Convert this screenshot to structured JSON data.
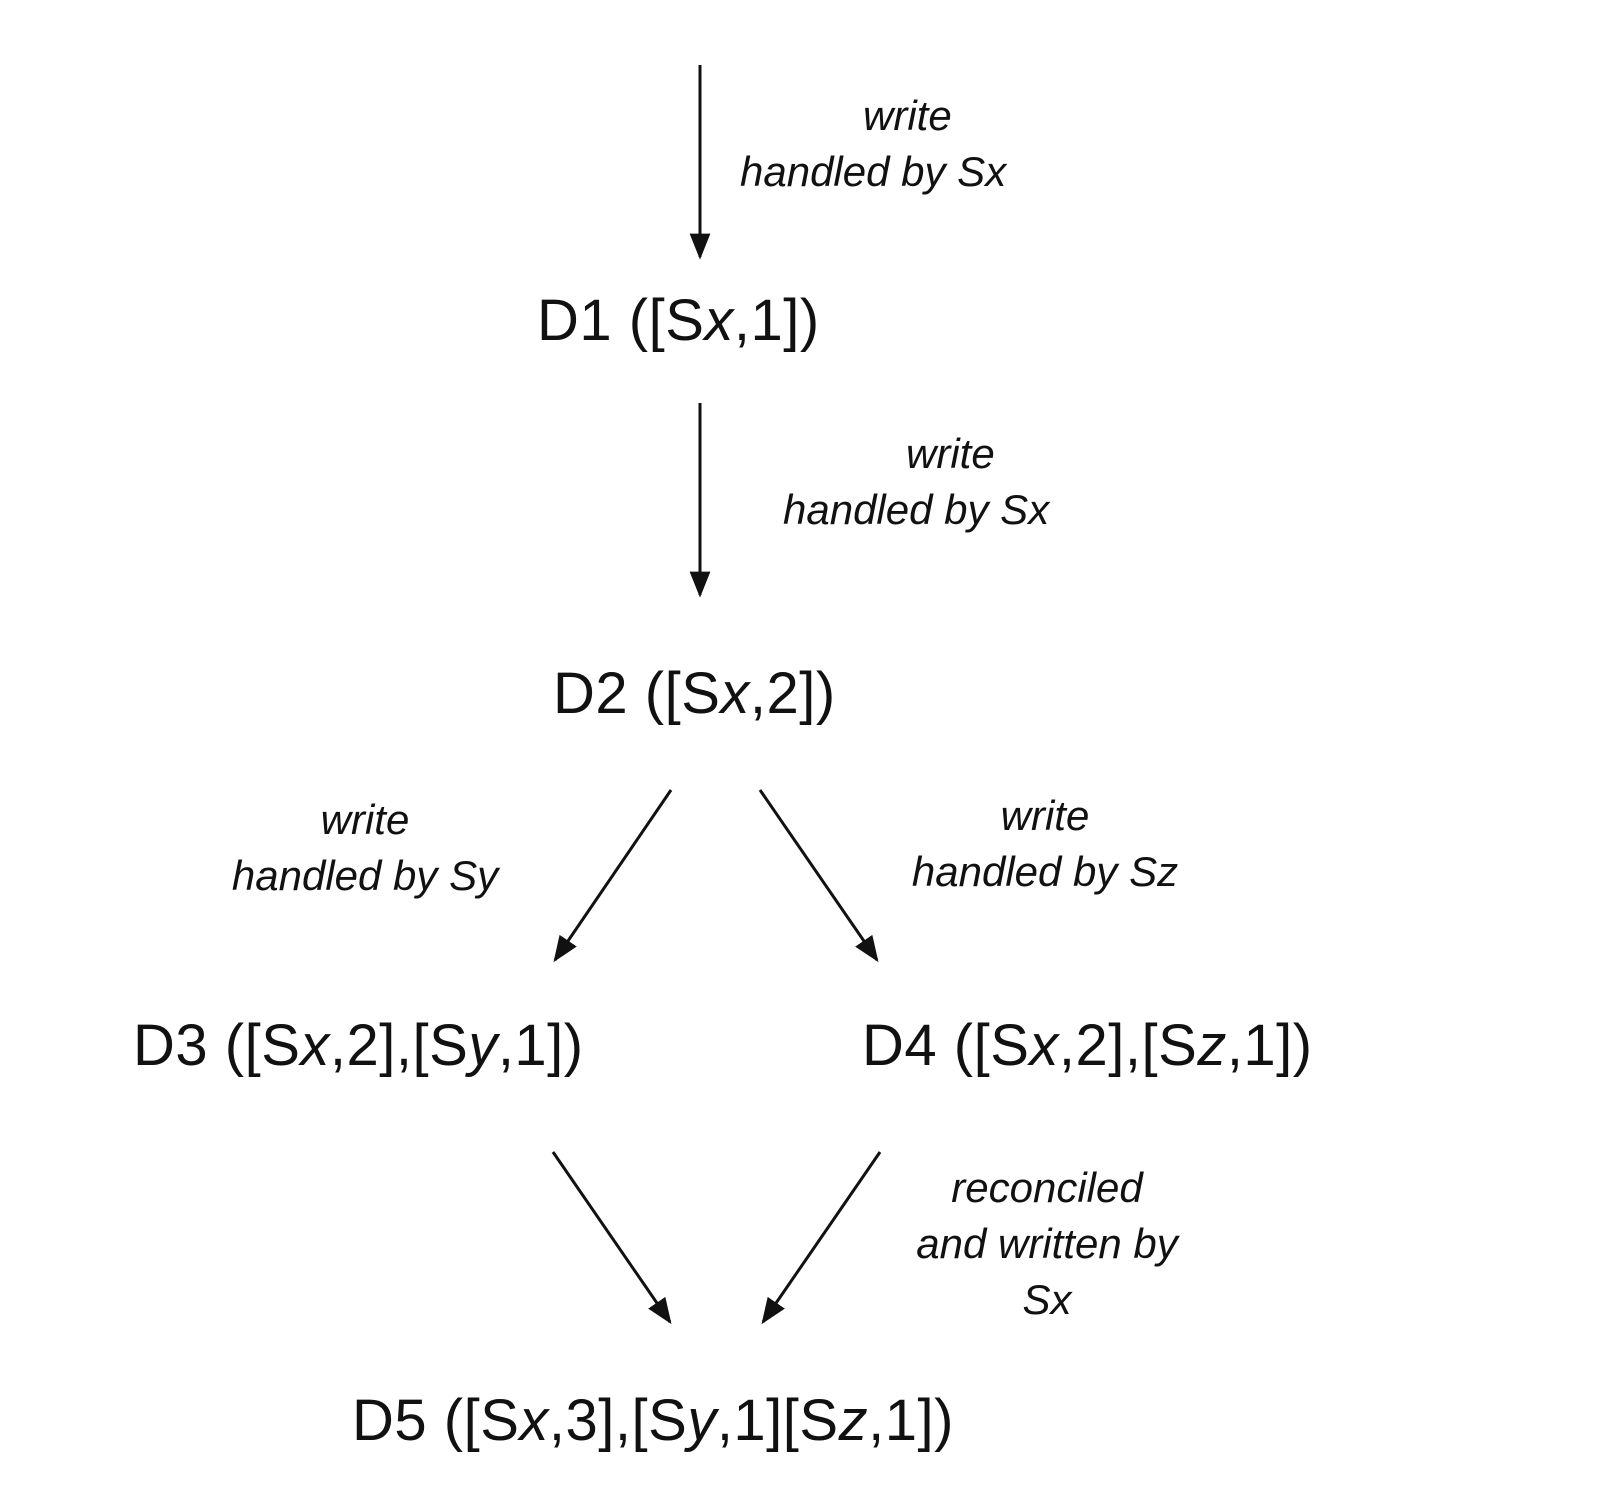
{
  "nodes": {
    "d1": {
      "name": "D1",
      "open": "([S",
      "var1": "x",
      "rest1": ",1])"
    },
    "d2": {
      "name": "D2",
      "open": "([S",
      "var1": "x",
      "rest1": ",2])"
    },
    "d3": {
      "name": "D3",
      "open": "([S",
      "var1": "x",
      "mid1": ",2],[S",
      "var2": "y",
      "rest2": ",1])"
    },
    "d4": {
      "name": "D4",
      "open": "([S",
      "var1": "x",
      "mid1": ",2],[S",
      "var2": "z",
      "rest2": ",1])"
    },
    "d5": {
      "name": "D5",
      "open": "([S",
      "var1": "x",
      "mid1": ",3],[S",
      "var2": "y",
      "mid2": ",1][S",
      "var3": "z",
      "rest3": ",1])"
    }
  },
  "edge_labels": {
    "top": {
      "line1": "write",
      "line2": "handled by Sx"
    },
    "d1_to_d2": {
      "line1": "write",
      "line2": "handled by Sx"
    },
    "d2_to_d3": {
      "line1": "write",
      "line2": "handled by Sy"
    },
    "d2_to_d4": {
      "line1": "write",
      "line2": "handled by Sz"
    },
    "d4_to_d5": {
      "line1": "reconciled",
      "line2": "and written by",
      "line3": "Sx"
    }
  },
  "colors": {
    "ink": "#111111",
    "background": "#ffffff"
  }
}
